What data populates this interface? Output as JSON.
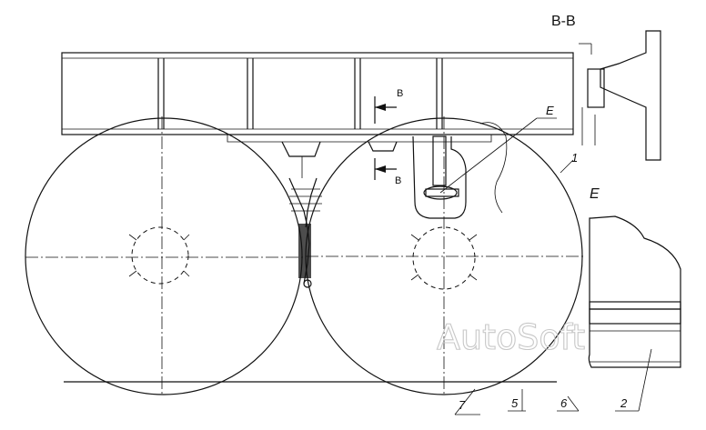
{
  "labels": {
    "section_title": "B-B",
    "section_mark_top": "B",
    "section_mark_bottom": "B",
    "detail_e_main": "E",
    "detail_e_view": "E",
    "callout_1": "1",
    "callout_2": "2",
    "callout_5": "5",
    "callout_6": "6",
    "callout_7": "7",
    "watermark": "AutoSoft"
  }
}
